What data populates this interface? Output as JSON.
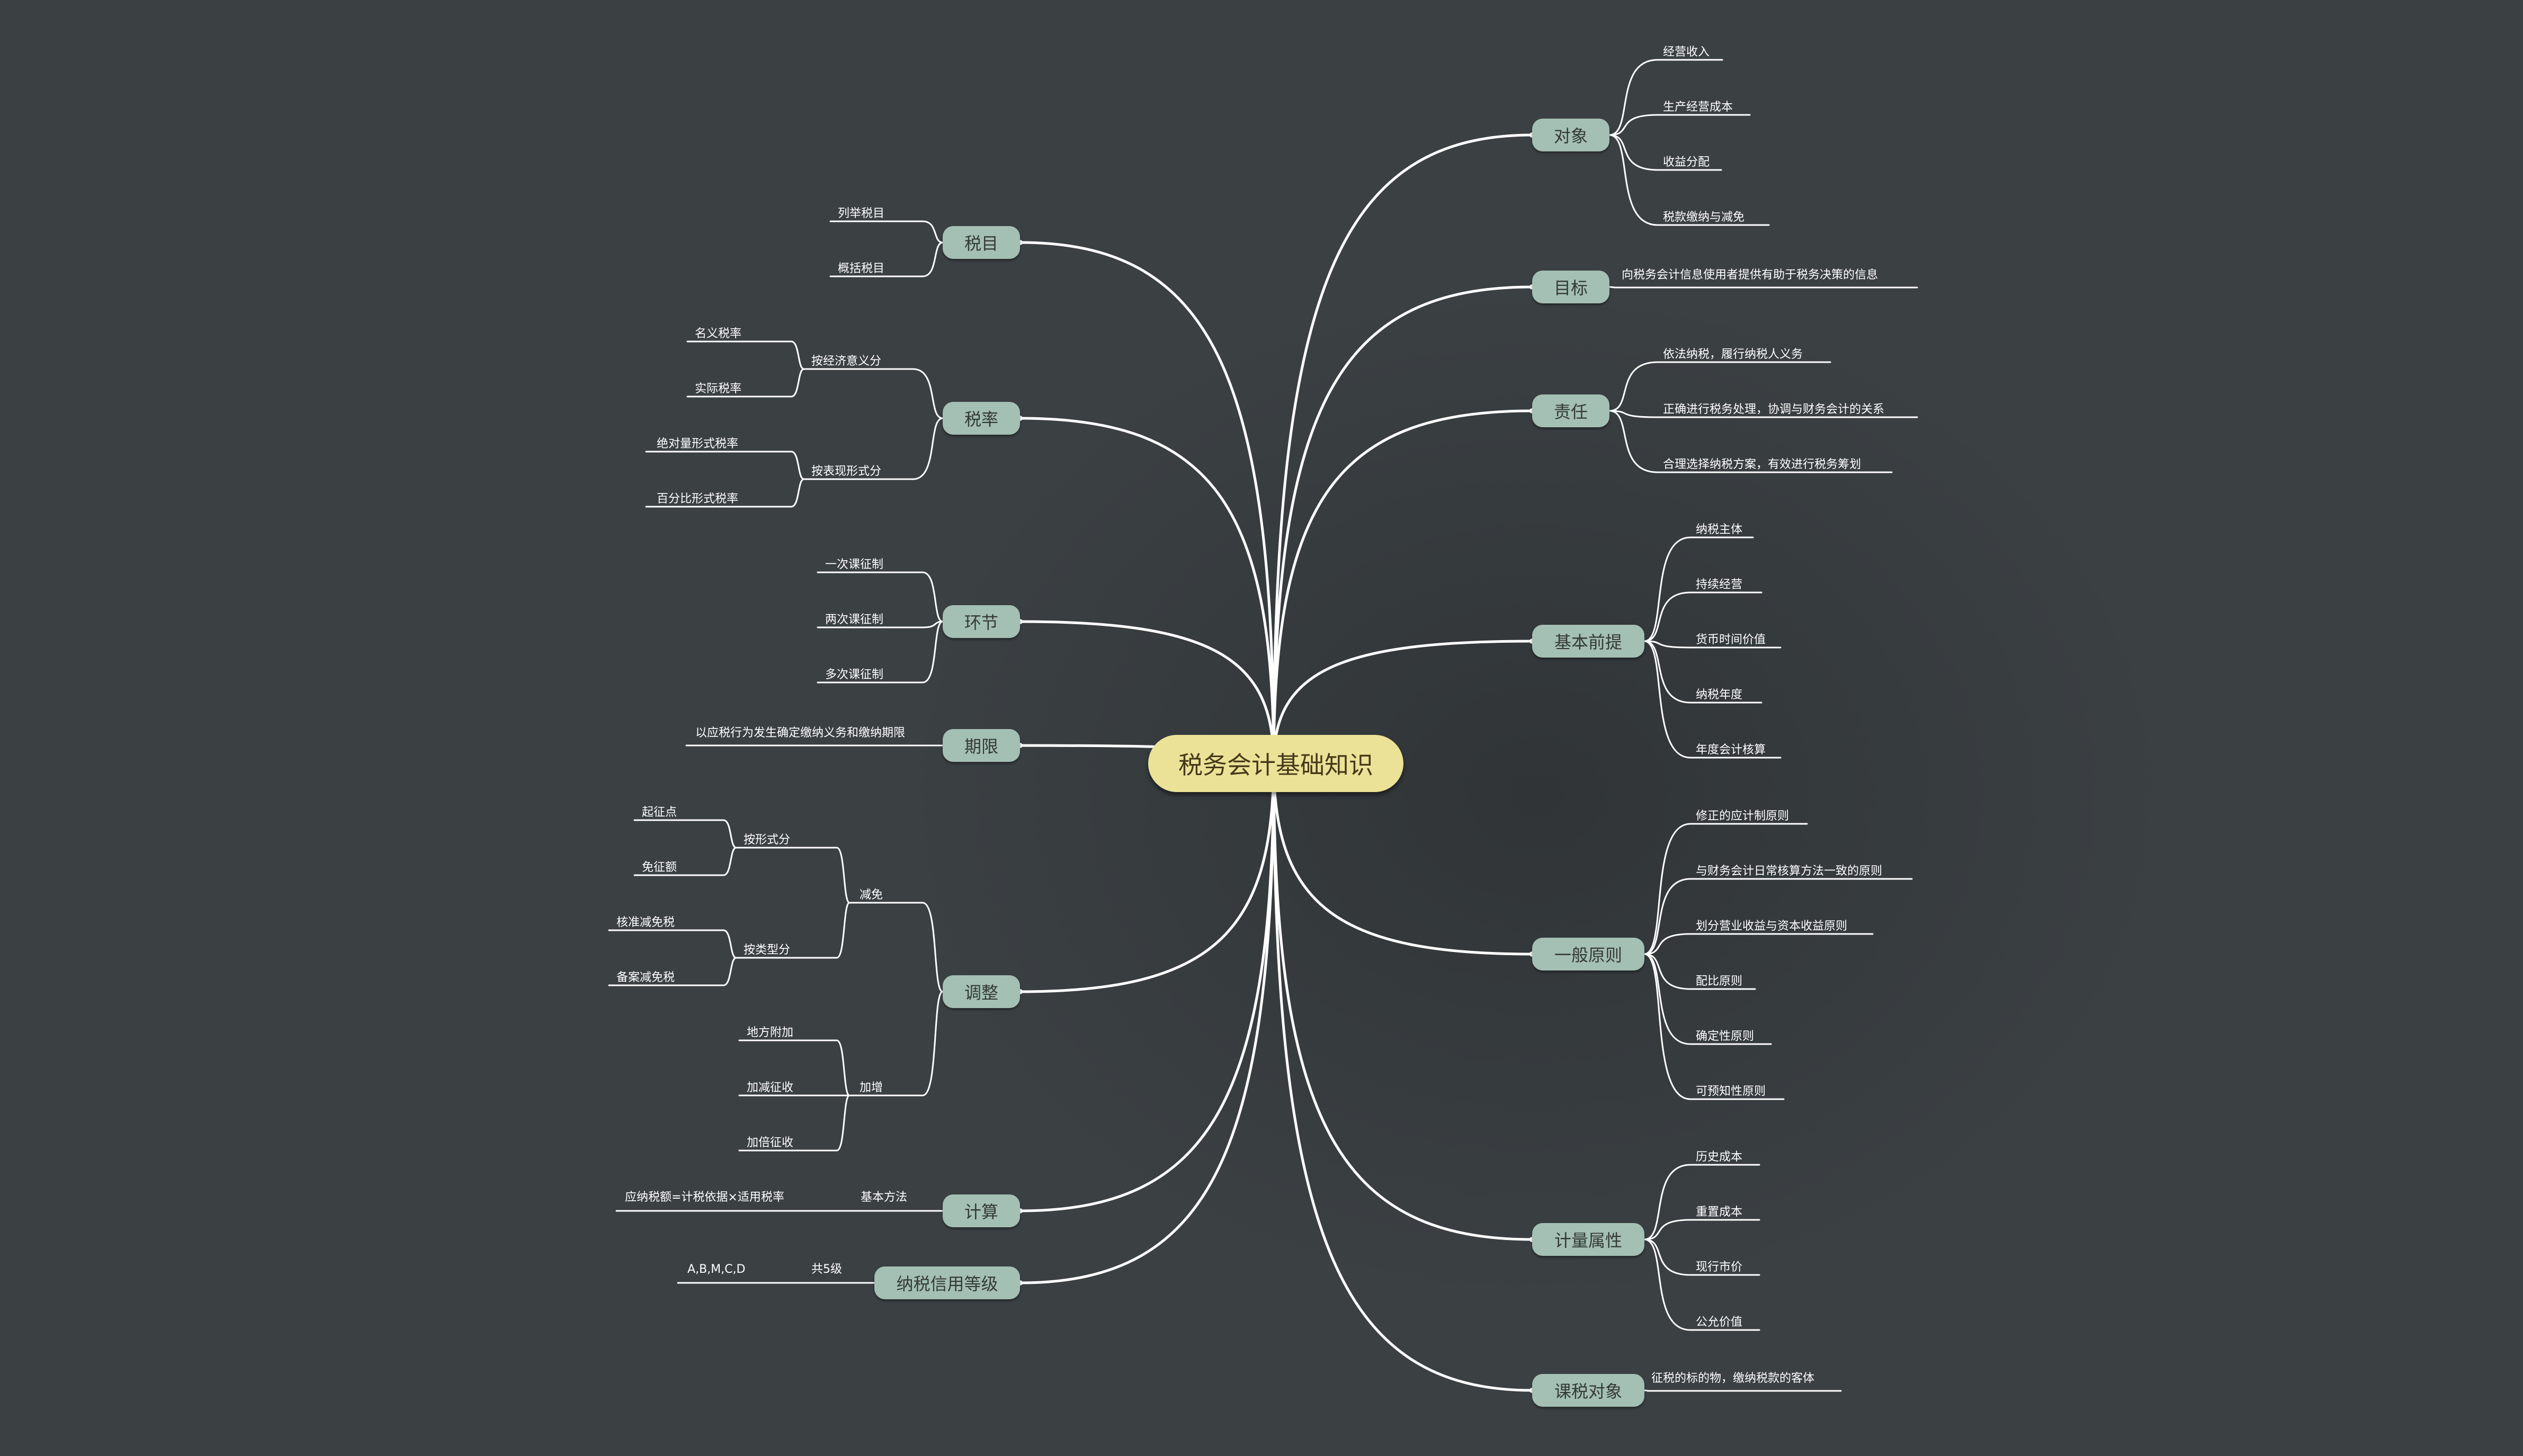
{
  "root": {
    "label": "税务会计基础知识"
  },
  "right": [
    {
      "id": "duixiang",
      "label": "对象",
      "children": [
        {
          "label": "经营收入"
        },
        {
          "label": "生产经营成本"
        },
        {
          "label": "收益分配"
        },
        {
          "label": "税款缴纳与减免"
        }
      ]
    },
    {
      "id": "mubiao",
      "label": "目标",
      "children": [
        {
          "label": "向税务会计信息使用者提供有助于税务决策的信息"
        }
      ]
    },
    {
      "id": "zeren",
      "label": "责任",
      "children": [
        {
          "label": "依法纳税，履行纳税人义务"
        },
        {
          "label": "正确进行税务处理，协调与财务会计的关系"
        },
        {
          "label": "合理选择纳税方案，有效进行税务筹划"
        }
      ]
    },
    {
      "id": "jibenqianti",
      "label": "基本前提",
      "children": [
        {
          "label": "纳税主体"
        },
        {
          "label": "持续经营"
        },
        {
          "label": "货币时间价值"
        },
        {
          "label": "纳税年度"
        },
        {
          "label": "年度会计核算"
        }
      ]
    },
    {
      "id": "yibanyuanze",
      "label": "一般原则",
      "children": [
        {
          "label": "修正的应计制原则"
        },
        {
          "label": "与财务会计日常核算方法一致的原则"
        },
        {
          "label": "划分营业收益与资本收益原则"
        },
        {
          "label": "配比原则"
        },
        {
          "label": "确定性原则"
        },
        {
          "label": "可预知性原则"
        }
      ]
    },
    {
      "id": "jiliangshuxing",
      "label": "计量属性",
      "children": [
        {
          "label": "历史成本"
        },
        {
          "label": "重置成本"
        },
        {
          "label": "现行市价"
        },
        {
          "label": "公允价值"
        }
      ]
    },
    {
      "id": "keshuiduixiang",
      "label": "课税对象",
      "children": [
        {
          "label": "征税的标的物，缴纳税款的客体"
        }
      ]
    }
  ],
  "left": [
    {
      "id": "shuimu",
      "label": "税目",
      "children": [
        {
          "label": "列举税目"
        },
        {
          "label": "概括税目"
        }
      ]
    },
    {
      "id": "shuilv",
      "label": "税率",
      "children": [
        {
          "label": "按经济意义分",
          "children": [
            {
              "label": "名义税率"
            },
            {
              "label": "实际税率"
            }
          ]
        },
        {
          "label": "按表现形式分",
          "children": [
            {
              "label": "绝对量形式税率"
            },
            {
              "label": "百分比形式税率"
            }
          ]
        }
      ]
    },
    {
      "id": "huanjie",
      "label": "环节",
      "children": [
        {
          "label": "一次课征制"
        },
        {
          "label": "两次课征制"
        },
        {
          "label": "多次课征制"
        }
      ]
    },
    {
      "id": "qixian",
      "label": "期限",
      "children": [
        {
          "label": "以应税行为发生确定缴纳义务和缴纳期限"
        }
      ]
    },
    {
      "id": "tiaozheng",
      "label": "调整",
      "children": [
        {
          "label": "减免",
          "children": [
            {
              "label": "按形式分",
              "children": [
                {
                  "label": "起征点"
                },
                {
                  "label": "免征额"
                }
              ]
            },
            {
              "label": "按类型分",
              "children": [
                {
                  "label": "核准减免税"
                },
                {
                  "label": "备案减免税"
                }
              ]
            }
          ]
        },
        {
          "label": "加增",
          "children": [
            {
              "label": "地方附加"
            },
            {
              "label": "加减征收"
            },
            {
              "label": "加倍征收"
            }
          ]
        }
      ]
    },
    {
      "id": "jisuan",
      "label": "计算",
      "children": [
        {
          "label": "基本方法",
          "children": [
            {
              "label": "应纳税额=计税依据×适用税率"
            }
          ]
        }
      ]
    },
    {
      "id": "xinyong",
      "label": "纳税信用等级",
      "children": [
        {
          "label": "共5级",
          "children": [
            {
              "label": "A,B,M,C,D"
            }
          ]
        }
      ]
    }
  ]
}
